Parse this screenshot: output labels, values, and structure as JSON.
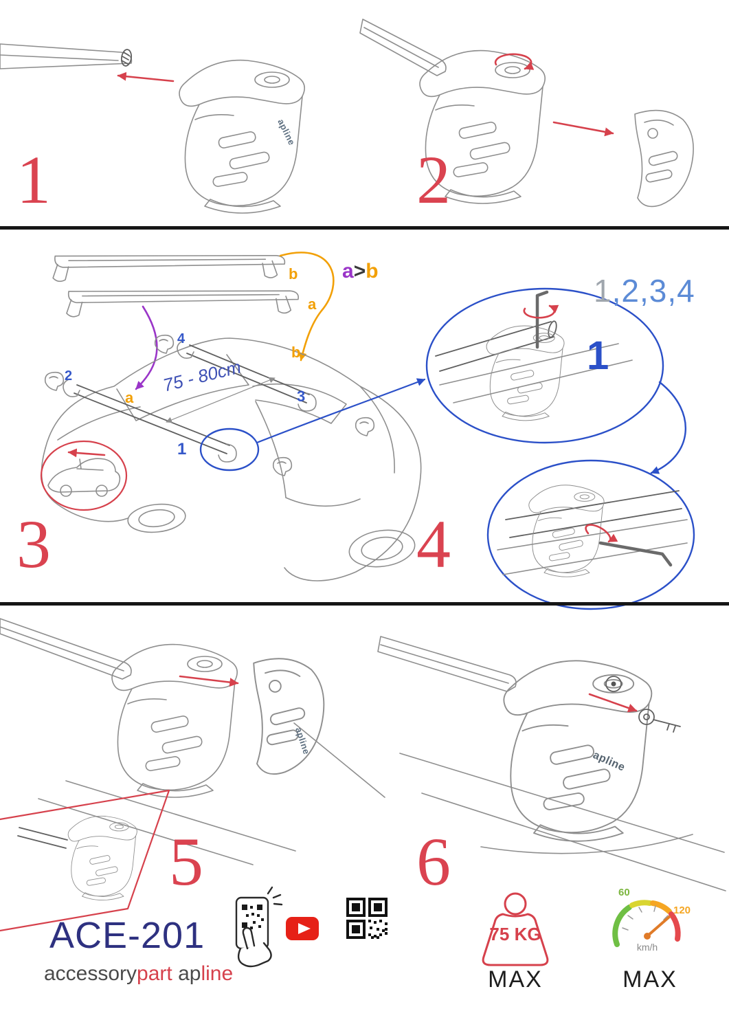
{
  "steps": {
    "one": "1",
    "two": "2",
    "three": "3",
    "four": "4",
    "five": "5",
    "six": "6"
  },
  "labels": {
    "compare_a": "a",
    "compare_gt": ">",
    "compare_b": "b",
    "seq_first": "1",
    "seq_rest": ",2,3,4",
    "callout": "1",
    "bars_top_b": "b",
    "bars_top_a": "a",
    "roof_1": "1",
    "roof_2": "2",
    "roof_3": "3",
    "roof_4": "4",
    "roof_a": "a",
    "roof_b": "b",
    "distance": "75 - 80cm"
  },
  "brand": {
    "logo": "apline",
    "model": "ACE-201",
    "word_accessory": "accessory",
    "word_part": "part",
    "word_ap": "ap",
    "word_line": "line"
  },
  "badges": {
    "weight_value": "75 KG",
    "weight_max": "MAX",
    "speed_min": "60",
    "speed_max_value": "120",
    "speed_unit": "km/h",
    "speed_max": "MAX"
  },
  "colors": {
    "accent_red": "#d6414c",
    "accent_blue": "#2b50c8",
    "accent_light_blue": "#5c8bd6",
    "accent_purple": "#9a35c8",
    "accent_orange": "#f2a007",
    "navy": "#2e3180",
    "line_gray": "#8e8e8e"
  }
}
